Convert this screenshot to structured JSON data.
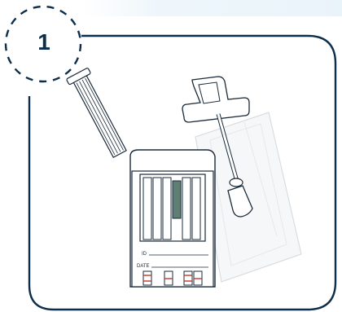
{
  "step": {
    "number": "1"
  },
  "cup": {
    "id_label": "ID",
    "date_label": "DATE"
  },
  "colors": {
    "frame": "#0d2e4a",
    "test_strip_highlight": "#5f7e74",
    "background_strip": "#e9f4fa"
  },
  "icons": [
    "cap",
    "test-cup",
    "sampling-swab",
    "wrapper-pouch"
  ]
}
